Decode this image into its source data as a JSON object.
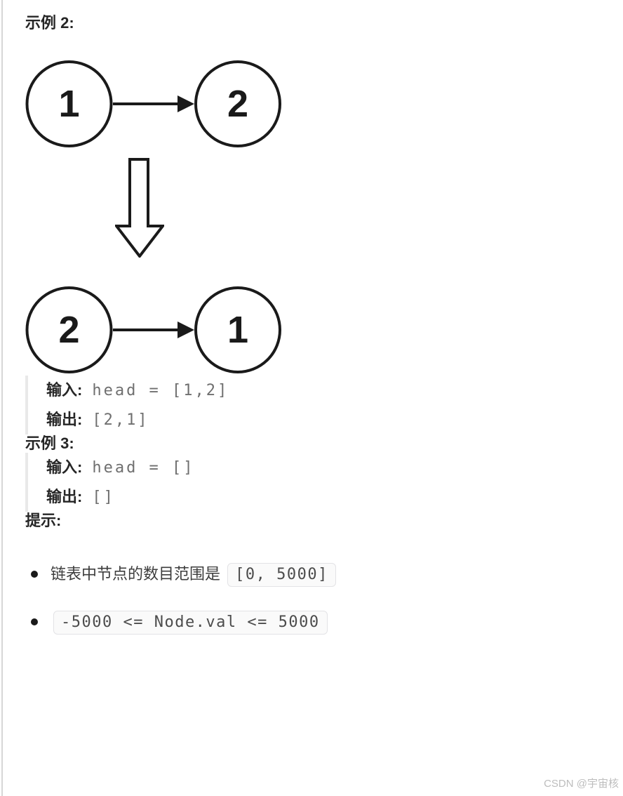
{
  "example2": {
    "heading": "示例 2:",
    "diagram_before": {
      "node1": "1",
      "node2": "2"
    },
    "diagram_after": {
      "node1": "2",
      "node2": "1"
    },
    "io": {
      "input_label": "输入:",
      "input_value": "head = [1,2]",
      "output_label": "输出:",
      "output_value": "[2,1]"
    }
  },
  "example3": {
    "heading": "示例 3:",
    "io": {
      "input_label": "输入:",
      "input_value": "head = []",
      "output_label": "输出:",
      "output_value": "[]"
    }
  },
  "hints": {
    "heading": "提示:",
    "items": [
      {
        "prefix": "链表中节点的数目范围是",
        "code": "[0, 5000]"
      },
      {
        "prefix": "",
        "code": "-5000 <= Node.val <= 5000"
      }
    ]
  },
  "watermark": "CSDN @宇宙核",
  "colors": {
    "heading_text": "#262626",
    "body_text": "#3d3d3d",
    "io_code_text": "#6f6f6f",
    "chip_text": "#4c4c4c",
    "chip_bg": "#fafafa",
    "chip_border": "#e3e3e6",
    "quote_border": "#e9e9e9",
    "diagram_stroke": "#1a1a1a",
    "page_edge": "#d6d6d6",
    "watermark_text": "#bdbdbd"
  }
}
